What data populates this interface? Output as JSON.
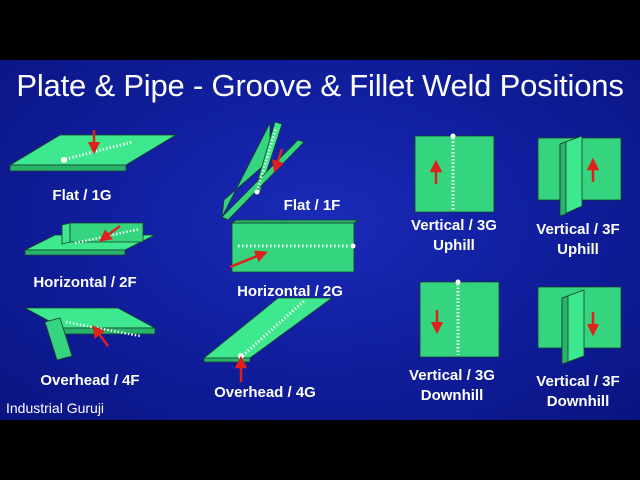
{
  "title": "Plate & Pipe - Groove & Fillet Weld Positions",
  "positions": {
    "flat_1g": "Flat / 1G",
    "horizontal_2f": "Horizontal / 2F",
    "overhead_4f": "Overhead / 4F",
    "flat_1f": "Flat / 1F",
    "horizontal_2g": "Horizontal / 2G",
    "overhead_4g": "Overhead / 4G",
    "vertical_3g_uphill": [
      "Vertical / 3G",
      "Uphill"
    ],
    "vertical_3f_uphill": [
      "Vertical / 3F",
      "Uphill"
    ],
    "vertical_3g_downhill": [
      "Vertical / 3G",
      "Downhill"
    ],
    "vertical_3f_downhill": [
      "Vertical / 3F",
      "Downhill"
    ]
  },
  "brand": "Industrial Guruji",
  "colors": {
    "background": "#1020a0",
    "plate_fill": "#3ee88e",
    "plate_shade": "#27b46a",
    "arrow": "#e0201c",
    "text": "#ffffff"
  }
}
